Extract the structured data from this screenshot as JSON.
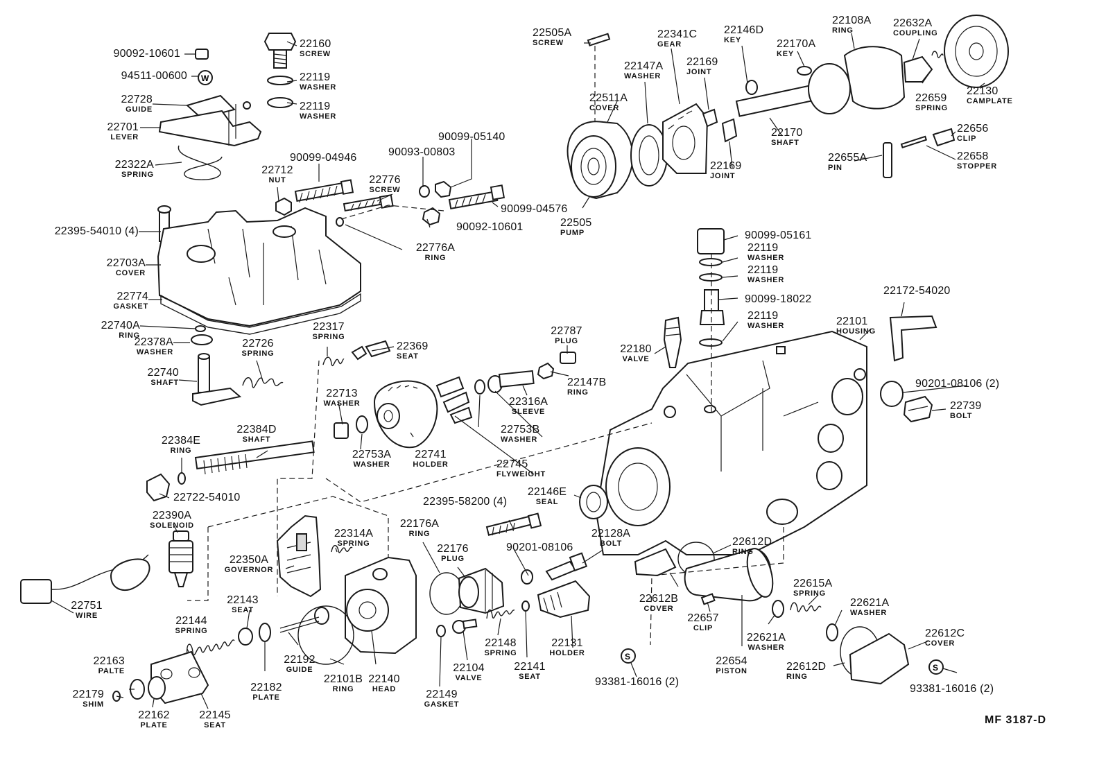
{
  "diagram": {
    "code": "MF  3187-D",
    "parts": [
      {
        "id": "p0",
        "number": "90092-10601",
        "name": ""
      },
      {
        "id": "p1",
        "number": "94511-00600",
        "name": ""
      },
      {
        "id": "p2",
        "number": "22728",
        "name": "GUIDE"
      },
      {
        "id": "p3",
        "number": "22701",
        "name": "LEVER"
      },
      {
        "id": "p4",
        "number": "22322A",
        "name": "SPRING"
      },
      {
        "id": "p5",
        "number": "22160",
        "name": "SCREW"
      },
      {
        "id": "p6",
        "number": "22119",
        "name": "WASHER"
      },
      {
        "id": "p7",
        "number": "22119",
        "name": "WASHER"
      },
      {
        "id": "p8",
        "number": "22712",
        "name": "NUT"
      },
      {
        "id": "p9",
        "number": "90099-04946",
        "name": ""
      },
      {
        "id": "p10",
        "number": "22776",
        "name": "SCREW"
      },
      {
        "id": "p11",
        "number": "90093-00803",
        "name": ""
      },
      {
        "id": "p12",
        "number": "90099-05140",
        "name": ""
      },
      {
        "id": "p13",
        "number": "90099-04576",
        "name": ""
      },
      {
        "id": "p14",
        "number": "90092-10601",
        "name": ""
      },
      {
        "id": "p15",
        "number": "22776A",
        "name": "RING"
      },
      {
        "id": "p16",
        "number": "22395-54010 (4)",
        "name": ""
      },
      {
        "id": "p17",
        "number": "22703A",
        "name": "COVER"
      },
      {
        "id": "p18",
        "number": "22774",
        "name": "GASKET"
      },
      {
        "id": "p19",
        "number": "22740A",
        "name": "RING"
      },
      {
        "id": "p20",
        "number": "22378A",
        "name": "WASHER"
      },
      {
        "id": "p21",
        "number": "22740",
        "name": "SHAFT"
      },
      {
        "id": "p22",
        "number": "22726",
        "name": "SPRING"
      },
      {
        "id": "p23",
        "number": "22317",
        "name": "SPRING"
      },
      {
        "id": "p24",
        "number": "22369",
        "name": "SEAT"
      },
      {
        "id": "p25",
        "number": "22713",
        "name": "WASHER"
      },
      {
        "id": "p26",
        "number": "22753A",
        "name": "WASHER"
      },
      {
        "id": "p27",
        "number": "22741",
        "name": "HOLDER"
      },
      {
        "id": "p28",
        "number": "22745",
        "name": "FLYWEIGHT"
      },
      {
        "id": "p29",
        "number": "22787",
        "name": "PLUG"
      },
      {
        "id": "p30",
        "number": "22147B",
        "name": "RING"
      },
      {
        "id": "p31",
        "number": "22316A",
        "name": "SLEEVE"
      },
      {
        "id": "p32",
        "number": "22753B",
        "name": "WASHER"
      },
      {
        "id": "p33",
        "number": "22384E",
        "name": "RING"
      },
      {
        "id": "p34",
        "number": "22384D",
        "name": "SHAFT"
      },
      {
        "id": "p35",
        "number": "22722-54010",
        "name": ""
      },
      {
        "id": "p36",
        "number": "22390A",
        "name": "SOLENOID"
      },
      {
        "id": "p37",
        "number": "22751",
        "name": "WIRE"
      },
      {
        "id": "p38",
        "number": "22350A",
        "name": "GOVERNOR"
      },
      {
        "id": "p39",
        "number": "22314A",
        "name": "SPRING"
      },
      {
        "id": "p40",
        "number": "22143",
        "name": "SEAT"
      },
      {
        "id": "p41",
        "number": "22144",
        "name": "SPRING"
      },
      {
        "id": "p42",
        "number": "22163",
        "name": "PALTE"
      },
      {
        "id": "p43",
        "number": "22179",
        "name": "SHIM"
      },
      {
        "id": "p44",
        "number": "22162",
        "name": "PLATE"
      },
      {
        "id": "p45",
        "number": "22145",
        "name": "SEAT"
      },
      {
        "id": "p46",
        "number": "22182",
        "name": "PLATE"
      },
      {
        "id": "p47",
        "number": "22192",
        "name": "GUIDE"
      },
      {
        "id": "p48",
        "number": "22101B",
        "name": "RING"
      },
      {
        "id": "p49",
        "number": "22140",
        "name": "HEAD"
      },
      {
        "id": "p50",
        "number": "22176A",
        "name": "RING"
      },
      {
        "id": "p51",
        "number": "22176",
        "name": "PLUG"
      },
      {
        "id": "p52",
        "number": "22395-58200 (4)",
        "name": ""
      },
      {
        "id": "p53",
        "number": "90201-08106",
        "name": ""
      },
      {
        "id": "p54",
        "number": "22128A",
        "name": "BOLT"
      },
      {
        "id": "p55",
        "number": "22149",
        "name": "GASKET"
      },
      {
        "id": "p56",
        "number": "22104",
        "name": "VALVE"
      },
      {
        "id": "p57",
        "number": "22148",
        "name": "SPRING"
      },
      {
        "id": "p58",
        "number": "22141",
        "name": "SEAT"
      },
      {
        "id": "p59",
        "number": "22131",
        "name": "HOLDER"
      },
      {
        "id": "p60",
        "number": "22505A",
        "name": "SCREW"
      },
      {
        "id": "p61",
        "number": "22341C",
        "name": "GEAR"
      },
      {
        "id": "p62",
        "number": "22146D",
        "name": "KEY"
      },
      {
        "id": "p63",
        "number": "22108A",
        "name": "RING"
      },
      {
        "id": "p64",
        "number": "22632A",
        "name": "COUPLING"
      },
      {
        "id": "p65",
        "number": "22147A",
        "name": "WASHER"
      },
      {
        "id": "p66",
        "number": "22169",
        "name": "JOINT"
      },
      {
        "id": "p67",
        "number": "22170A",
        "name": "KEY"
      },
      {
        "id": "p68",
        "number": "22659",
        "name": "SPRING"
      },
      {
        "id": "p69",
        "number": "22130",
        "name": "CAMPLATE"
      },
      {
        "id": "p70",
        "number": "22511A",
        "name": "COVER"
      },
      {
        "id": "p71",
        "number": "22170",
        "name": "SHAFT"
      },
      {
        "id": "p72",
        "number": "22656",
        "name": "CLIP"
      },
      {
        "id": "p73",
        "number": "22655A",
        "name": "PIN"
      },
      {
        "id": "p74",
        "number": "22658",
        "name": "STOPPER"
      },
      {
        "id": "p75",
        "number": "22169",
        "name": "JOINT"
      },
      {
        "id": "p76",
        "number": "22505",
        "name": "PUMP"
      },
      {
        "id": "p77",
        "number": "90099-05161",
        "name": ""
      },
      {
        "id": "p78",
        "number": "22119",
        "name": "WASHER"
      },
      {
        "id": "p79",
        "number": "22119",
        "name": "WASHER"
      },
      {
        "id": "p80",
        "number": "90099-18022",
        "name": ""
      },
      {
        "id": "p81",
        "number": "22119",
        "name": "WASHER"
      },
      {
        "id": "p82",
        "number": "22172-54020",
        "name": ""
      },
      {
        "id": "p83",
        "number": "22180",
        "name": "VALVE"
      },
      {
        "id": "p84",
        "number": "22101",
        "name": "HOUSING"
      },
      {
        "id": "p85",
        "number": "90201-08106 (2)",
        "name": ""
      },
      {
        "id": "p86",
        "number": "22739",
        "name": "BOLT"
      },
      {
        "id": "p87",
        "number": "22146E",
        "name": "SEAL"
      },
      {
        "id": "p88",
        "number": "22612D",
        "name": "RING"
      },
      {
        "id": "p89",
        "number": "22615A",
        "name": "SPRING"
      },
      {
        "id": "p90",
        "number": "22621A",
        "name": "WASHER"
      },
      {
        "id": "p91",
        "number": "22612B",
        "name": "COVER"
      },
      {
        "id": "p92",
        "number": "22657",
        "name": "CLIP"
      },
      {
        "id": "p93",
        "number": "22621A",
        "name": "WASHER"
      },
      {
        "id": "p94",
        "number": "22612C",
        "name": "COVER"
      },
      {
        "id": "p95",
        "number": "22654",
        "name": "PISTON"
      },
      {
        "id": "p96",
        "number": "22612D",
        "name": "RING"
      },
      {
        "id": "p97",
        "number": "93381-16016 (2)",
        "name": ""
      },
      {
        "id": "p98",
        "number": "93381-16016 (2)",
        "name": ""
      }
    ]
  }
}
